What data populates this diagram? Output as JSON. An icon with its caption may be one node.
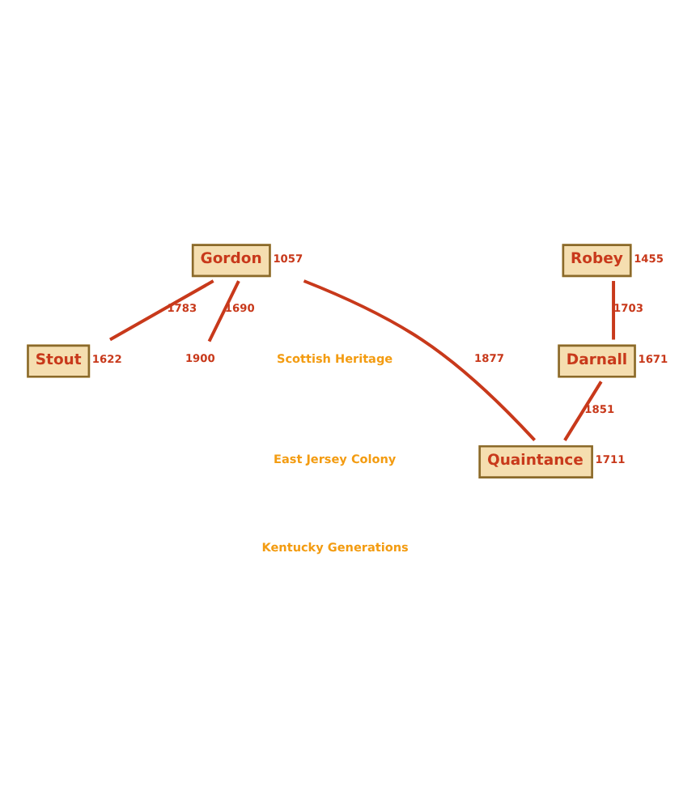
{
  "diagram": {
    "nodes": [
      {
        "text": [
          "Gordon"
        ],
        "beside": [
          "1057"
        ]
      },
      {
        "text": [
          "Robey"
        ],
        "beside": [
          "1455"
        ]
      },
      {
        "text": [
          "Stout"
        ],
        "beside": [
          "1622"
        ]
      },
      {
        "text": [
          "Darnall"
        ],
        "beside": [
          "1671"
        ]
      },
      {
        "text": [
          "Quaintance"
        ],
        "beside": [
          "1711"
        ]
      },
      {
        "text": [
          "1900"
        ]
      }
    ],
    "edges": [
      {
        "from": 0,
        "to": 2,
        "arrow": "none",
        "label": "1783"
      },
      {
        "from": 1,
        "to": 3,
        "arrow": "none",
        "label": "1703"
      },
      {
        "from": 3,
        "to": 4,
        "arrow": "none",
        "label": "1851"
      },
      {
        "from": 0,
        "to": 4,
        "arrow": "none",
        "label": "1877"
      },
      {
        "from": 0,
        "to": 5,
        "arrow": "none",
        "label": "1690"
      }
    ],
    "labels": [
      "Scottish Heritage",
      "East Jersey Colony",
      "Kentucky Generations"
    ]
  }
}
